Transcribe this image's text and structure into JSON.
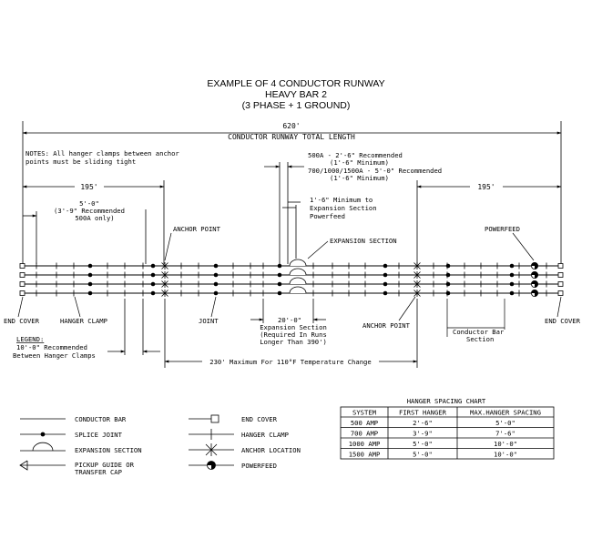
{
  "title": {
    "line1": "EXAMPLE OF 4 CONDUCTOR RUNWAY",
    "line2": "HEAVY BAR 2",
    "line3": "(3 PHASE + 1 GROUND)"
  },
  "dims": {
    "total_value": "620'",
    "total_label": "CONDUCTOR RUNWAY TOTAL LENGTH",
    "left_span": "195'",
    "right_span": "195'",
    "max_230": "230' Maximum For 110°F Temperature Change",
    "spacing_5ft": "5'-0\"",
    "spacing_3ft9": "(3'-9\" Recommended",
    "spacing_500a": "500A only)",
    "exp_20ft": "20'-0\"",
    "exp_20ft_label": "Expansion Section",
    "exp_required1": "(Required In Runs",
    "exp_required2": "Longer Than 390')"
  },
  "notes": {
    "line1": "NOTES: All hanger clamps between anchor",
    "line2": "points must be sliding tight"
  },
  "top_notes": {
    "a500_1": "500A - 2'-6\" Recommended",
    "a500_2": "(1'-6\" Minimum)",
    "a700_1": "700/1000/1500A - 5'-0\" Recommended",
    "a700_2": "(1'-6\" Minimum)",
    "pf_1": "1'-6\" Minimum to",
    "pf_2": "Expansion Section",
    "pf_3": "Powerfeed"
  },
  "callouts": {
    "anchor_point_top": "ANCHOR POINT",
    "expansion_section": "EXPANSION SECTION",
    "powerfeed": "POWERFEED",
    "end_cover_left": "END COVER",
    "hanger_clamp": "HANGER CLAMP",
    "joint": "JOINT",
    "anchor_point_bottom": "ANCHOR POINT",
    "conductor_bar_1": "Conductor Bar",
    "conductor_bar_2": "Section",
    "end_cover_right": "END COVER"
  },
  "legend_note": {
    "heading": "LEGEND:",
    "line1": "10'-0\" Recommended",
    "line2": "Between Hanger Clamps"
  },
  "legend": {
    "conductor_bar": "CONDUCTOR BAR",
    "splice_joint": "SPLICE JOINT",
    "expansion_section": "EXPANSION SECTION",
    "pickup_guide_1": "PICKUP GUIDE OR",
    "pickup_guide_2": "TRANSFER CAP",
    "end_cover": "END COVER",
    "hanger_clamp": "HANGER CLAMP",
    "anchor_location": "ANCHOR LOCATION",
    "powerfeed": "POWERFEED"
  },
  "spacing_chart": {
    "title": "HANGER SPACING CHART",
    "headers": [
      "SYSTEM",
      "FIRST HANGER",
      "MAX.HANGER SPACING"
    ],
    "rows": [
      [
        "500 AMP",
        "2'-6\"",
        "5'-0\""
      ],
      [
        "700 AMP",
        "3'-9\"",
        "7'-6\""
      ],
      [
        "1000 AMP",
        "5'-0\"",
        "10'-0\""
      ],
      [
        "1500 AMP",
        "5'-0\"",
        "10'-0\""
      ]
    ]
  }
}
